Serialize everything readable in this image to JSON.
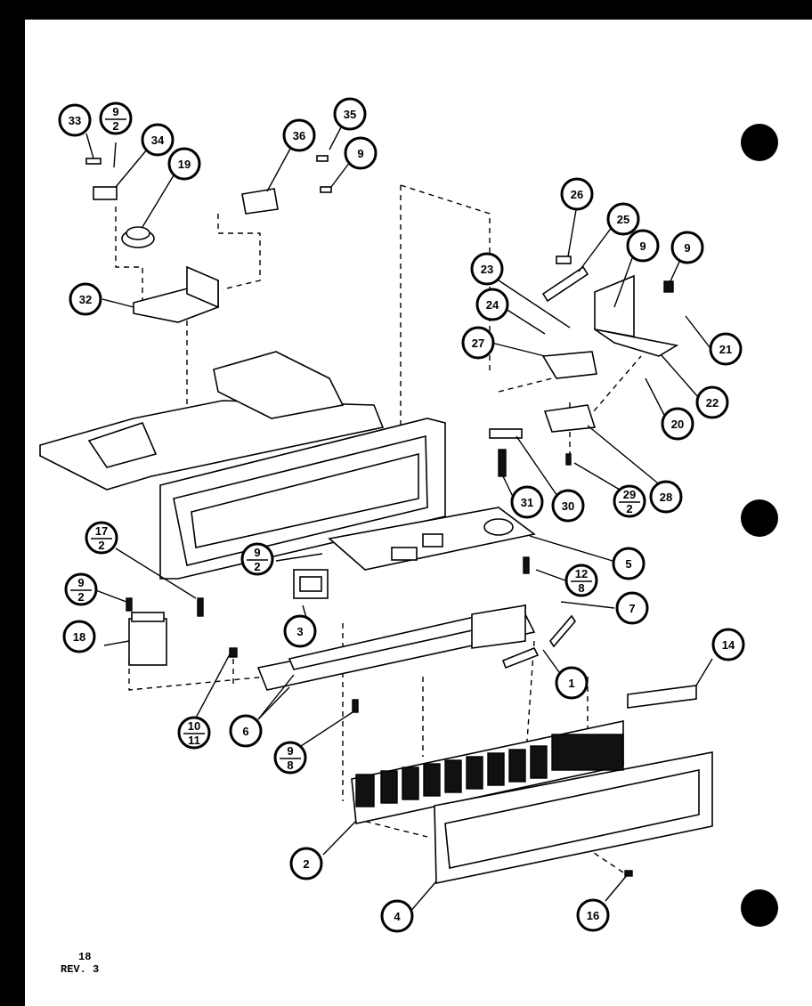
{
  "footer": {
    "sheet": "18",
    "revision": "REV. 3"
  },
  "callouts": [
    {
      "label": "33"
    },
    {
      "label": "9",
      "sub": "2"
    },
    {
      "label": "34"
    },
    {
      "label": "19"
    },
    {
      "label": "36"
    },
    {
      "label": "35"
    },
    {
      "label": "9"
    },
    {
      "label": "32"
    },
    {
      "label": "26"
    },
    {
      "label": "25"
    },
    {
      "label": "9"
    },
    {
      "label": "9"
    },
    {
      "label": "23"
    },
    {
      "label": "24"
    },
    {
      "label": "27"
    },
    {
      "label": "21"
    },
    {
      "label": "22"
    },
    {
      "label": "20"
    },
    {
      "label": "28"
    },
    {
      "label": "29",
      "sub": "2"
    },
    {
      "label": "30"
    },
    {
      "label": "31"
    },
    {
      "label": "17",
      "sub": "2"
    },
    {
      "label": "9",
      "sub": "2"
    },
    {
      "label": "5"
    },
    {
      "label": "12",
      "sub": "8"
    },
    {
      "label": "9",
      "sub": "2"
    },
    {
      "label": "3"
    },
    {
      "label": "7"
    },
    {
      "label": "18"
    },
    {
      "label": "1"
    },
    {
      "label": "14"
    },
    {
      "label": "10",
      "sub": "11"
    },
    {
      "label": "6"
    },
    {
      "label": "9",
      "sub": "8"
    },
    {
      "label": "2"
    },
    {
      "label": "4"
    },
    {
      "label": "16"
    }
  ]
}
